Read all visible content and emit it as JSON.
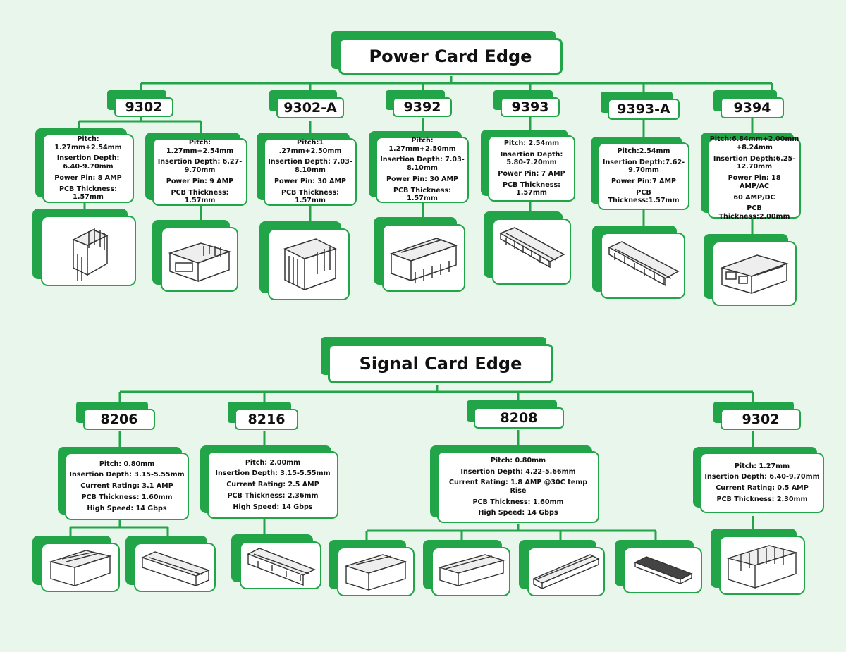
{
  "colors": {
    "accent": "#21a548",
    "background": "#e9f6ec",
    "text": "#111111"
  },
  "power": {
    "title": "Power Card Edge",
    "items": [
      {
        "part": "9302",
        "variants": [
          {
            "specs": [
              "Pitch: 1.27mm+2.54mm",
              "Insertion Depth: 6.40-9.70mm",
              "Power Pin: 8 AMP",
              "PCB Thickness: 1.57mm"
            ],
            "image": "right-angle-connector-icon"
          },
          {
            "specs": [
              "Pitch: 1.27mm+2.54mm",
              "Insertion Depth: 6.27-9.70mm",
              "Power Pin: 9 AMP",
              "PCB Thickness: 1.57mm"
            ],
            "image": "housing-connector-icon"
          }
        ]
      },
      {
        "part": "9302-A",
        "variants": [
          {
            "specs": [
              "Pitch:1 .27mm+2.50mm",
              "Insertion Depth: 7.03-8.10mm",
              "Power Pin: 30 AMP",
              "PCB Thickness: 1.57mm"
            ],
            "image": "stacked-connector-icon"
          }
        ]
      },
      {
        "part": "9392",
        "variants": [
          {
            "specs": [
              "Pitch: 1.27mm+2.50mm",
              "Insertion Depth: 7.03-8.10mm",
              "Power Pin: 30 AMP",
              "PCB Thickness: 1.57mm"
            ],
            "image": "vertical-slot-connector-icon"
          }
        ]
      },
      {
        "part": "9393",
        "variants": [
          {
            "specs": [
              "Pitch: 2.54mm",
              "Insertion Depth: 5.80-7.20mm",
              "Power Pin: 7 AMP",
              "PCB Thickness: 1.57mm"
            ],
            "image": "long-edge-connector-icon"
          }
        ]
      },
      {
        "part": "9393-A",
        "variants": [
          {
            "specs": [
              "Pitch:2.54mm",
              "Insertion Depth:7.62-9.70mm",
              "Power Pin:7 AMP",
              "PCB Thickness:1.57mm"
            ],
            "image": "long-edge-connector-icon"
          }
        ]
      },
      {
        "part": "9394",
        "variants": [
          {
            "specs": [
              "Pitch:6.84mm+2.00mm +8.24mm",
              "Insertion Depth:6.25-12.70mm",
              "Power Pin: 18 AMP/AC",
              "60 AMP/DC",
              "PCB Thickness:2.00mm"
            ],
            "image": "box-connector-icon"
          }
        ]
      }
    ]
  },
  "signal": {
    "title": "Signal Card Edge",
    "items": [
      {
        "part": "8206",
        "specs": [
          "Pitch: 0.80mm",
          "Insertion Depth: 3.15-5.55mm",
          "Current Rating: 3.1 AMP",
          "PCB Thickness: 1.60mm",
          "High Speed: 14 Gbps"
        ],
        "images": [
          "short-vertical-connector-icon",
          "long-vertical-connector-icon"
        ]
      },
      {
        "part": "8216",
        "specs": [
          "Pitch: 2.00mm",
          "Insertion Depth: 3.15-5.55mm",
          "Current Rating: 2.5 AMP",
          "PCB Thickness: 2.36mm",
          "High Speed: 14 Gbps"
        ],
        "images": [
          "long-vertical-connector-icon"
        ]
      },
      {
        "part": "8208",
        "specs": [
          "Pitch: 0.80mm",
          "Insertion Depth: 4.22-5.66mm",
          "Current Rating: 1.8 AMP @30C temp Rise",
          "PCB Thickness: 1.60mm",
          "High Speed: 14 Gbps"
        ],
        "images": [
          "short-vertical-connector-icon",
          "long-vertical-connector-icon",
          "angled-edge-connector-icon",
          "low-profile-connector-icon"
        ]
      },
      {
        "part": "9302",
        "specs": [
          "Pitch: 1.27mm",
          "Insertion Depth: 6.40-9.70mm",
          "Current Rating: 0.5 AMP",
          "PCB Thickness: 2.30mm"
        ],
        "images": [
          "right-angle-connector-icon"
        ]
      }
    ]
  }
}
